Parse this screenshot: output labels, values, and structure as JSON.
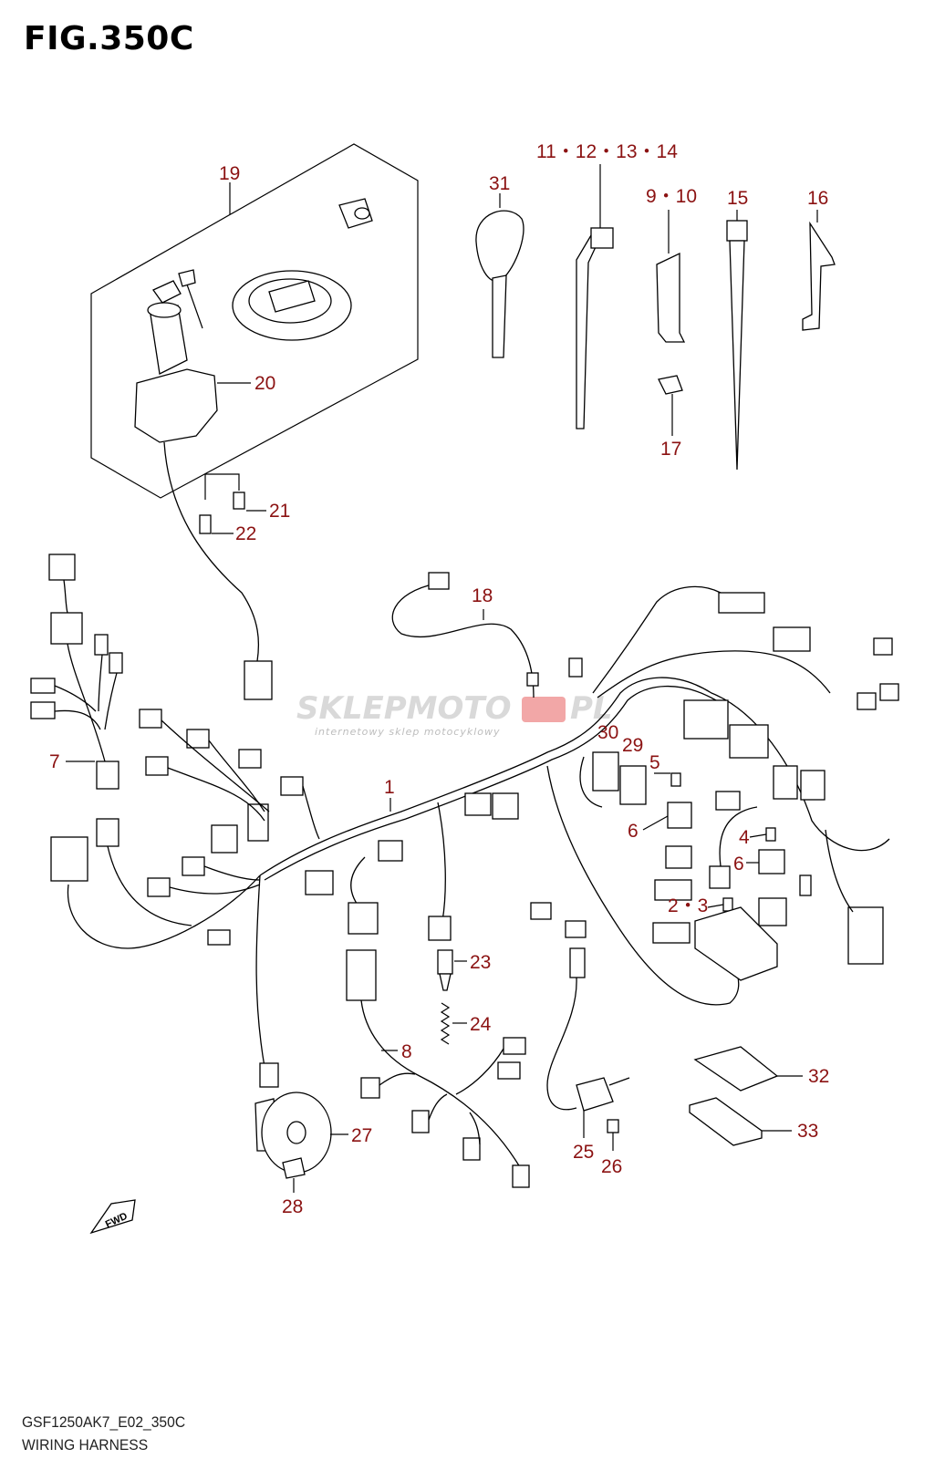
{
  "figure": {
    "title": "FIG.350C",
    "model_code": "GSF1250AK7_E02_350C",
    "name": "WIRING HARNESS"
  },
  "watermark": {
    "brand_left": "SKLEPMOTO",
    "brand_right": "PL",
    "tagline": "internetowy sklep motocyklowy"
  },
  "arrow_label": "FWD",
  "callouts": {
    "c1": "1",
    "c2_3": "2・3",
    "c4": "4",
    "c5": "5",
    "c6a": "6",
    "c6b": "6",
    "c7": "7",
    "c8": "8",
    "c9_10": "9・10",
    "c11_14": "11・12・13・14",
    "c15": "15",
    "c16": "16",
    "c17": "17",
    "c18": "18",
    "c19": "19",
    "c20": "20",
    "c21": "21",
    "c22": "22",
    "c23": "23",
    "c24": "24",
    "c25": "25",
    "c26": "26",
    "c27": "27",
    "c28": "28",
    "c29": "29",
    "c30": "30",
    "c31": "31",
    "c32": "32",
    "c33": "33"
  },
  "colors": {
    "callout": "#8b1212",
    "line": "#000000",
    "watermark": "#d9d9d9",
    "watermark_accent": "#e23b3b"
  }
}
